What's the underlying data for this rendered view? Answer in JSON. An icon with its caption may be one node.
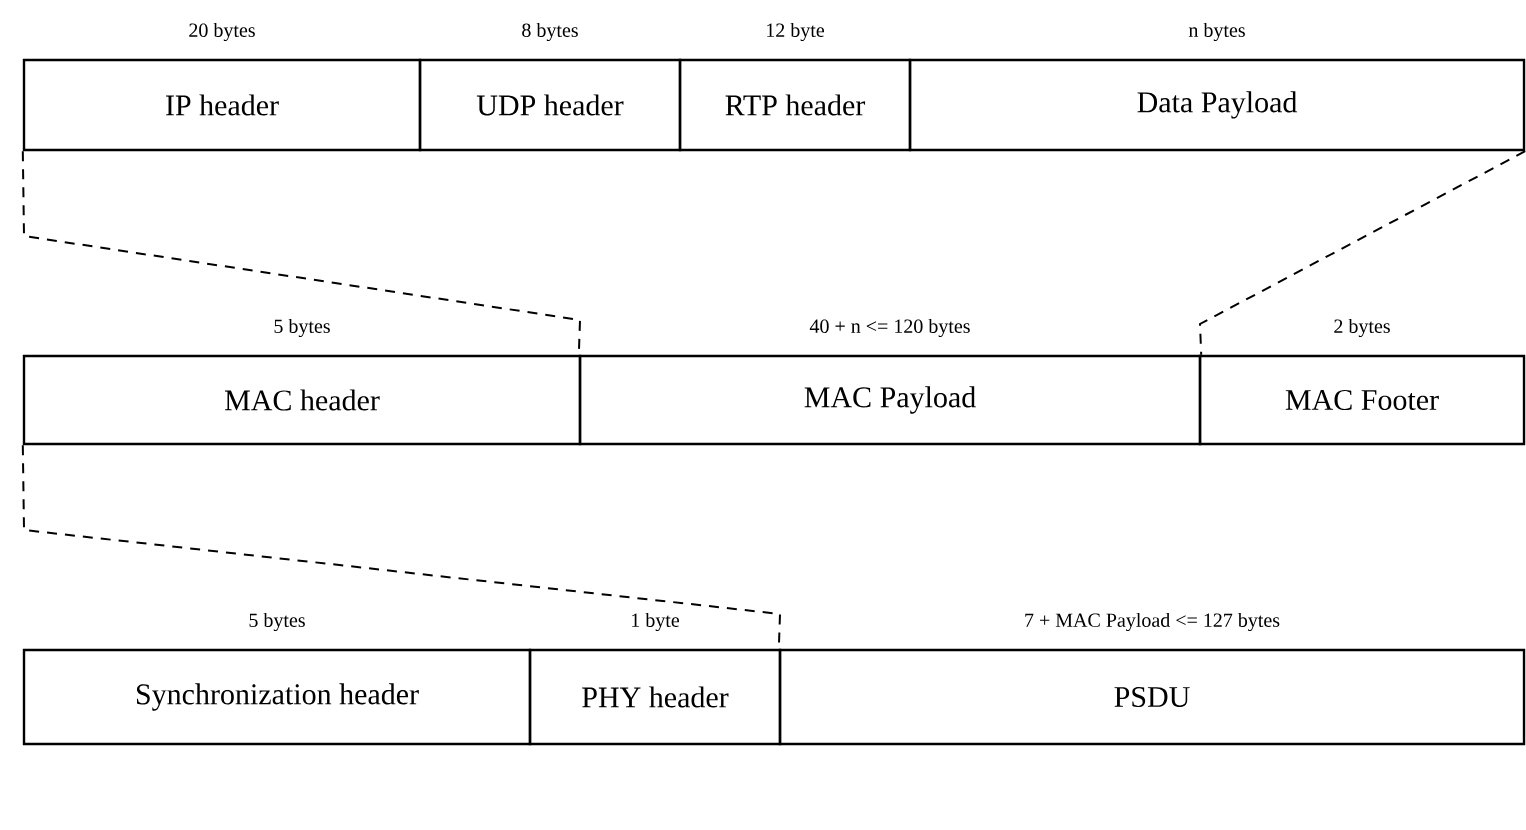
{
  "diagram": {
    "nodes": [
      {
        "text": [
          "IP header"
        ],
        "beside": [
          "20 bytes"
        ]
      },
      {
        "text": [
          "UDP header"
        ],
        "beside": [
          "8 bytes"
        ]
      },
      {
        "text": [
          "RTP header"
        ],
        "beside": [
          "12 byte"
        ]
      },
      {
        "text": [
          "Data Payload"
        ],
        "beside": [
          "n bytes"
        ]
      },
      {
        "text": [
          "MAC header"
        ],
        "beside": [
          "5 bytes"
        ]
      },
      {
        "text": [
          "MAC Payload"
        ],
        "beside": [
          "40 + n <= 120 bytes"
        ]
      },
      {
        "text": [
          "MAC Footer"
        ],
        "beside": [
          "2 bytes"
        ]
      },
      {
        "text": [
          "Synchronization header"
        ],
        "beside": [
          "5 bytes"
        ]
      },
      {
        "text": [
          "PHY header"
        ],
        "beside": [
          "1 byte"
        ]
      },
      {
        "text": [
          "PSDU"
        ],
        "beside": [
          "7 + MAC Payload <= 127 bytes"
        ]
      }
    ],
    "edges": [
      {
        "from": 0,
        "to": 5,
        "arrow": "none",
        "style": "dashed"
      },
      {
        "from": 3,
        "to": 5,
        "arrow": "none",
        "style": "dashed"
      },
      {
        "from": 4,
        "to": 9,
        "arrow": "none",
        "style": "dashed"
      }
    ]
  }
}
